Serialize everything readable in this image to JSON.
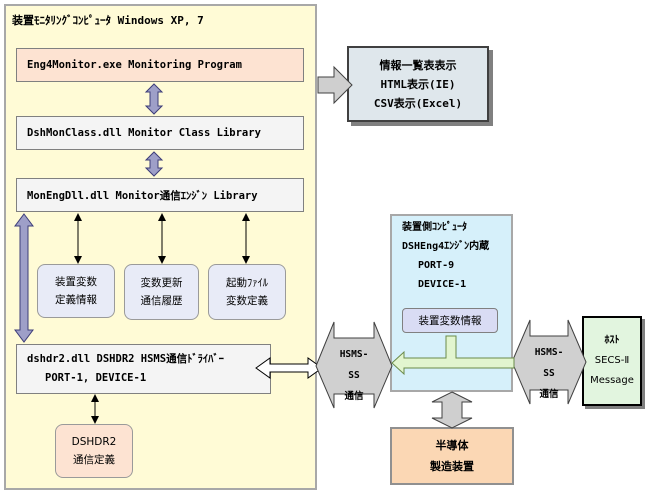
{
  "main_panel": {
    "title": "装置ﾓﾆﾀﾘﾝｸﾞｺﾝﾋﾟｭｰﾀ Windows XP, 7",
    "eng4monitor": "Eng4Monitor.exe Monitoring Program",
    "dshmonclass": "DshMonClass.dll Monitor Class Library",
    "monengdll": "MonEngDll.dll Monitor通信ｴﾝｼﾞﾝ Library",
    "features": [
      {
        "line1": "装置変数",
        "line2": "定義情報"
      },
      {
        "line1": "変数更新",
        "line2": "通信履歴"
      },
      {
        "line1": "起動ﾌｧｲﾙ",
        "line2": "変数定義"
      }
    ],
    "dshdr2": {
      "line1": "dshdr2.dll DSHDR2 HSMS通信ﾄﾞﾗｲﾊﾞｰ",
      "line2": "PORT-1, DEVICE-1"
    },
    "dshdr2_def": {
      "line1": "DSHDR2",
      "line2": "通信定義"
    }
  },
  "info_box": {
    "line1": "情報一覧表表示",
    "line2": "HTML表示(IE)",
    "line3": "CSV表示(Excel)"
  },
  "hsms_left": {
    "line1": "HSMS-SS",
    "line2": "通信"
  },
  "hsms_right": {
    "line1": "HSMS-SS",
    "line2": "通信"
  },
  "equipment_panel": {
    "line1": "装置側ｺﾝﾋﾟｭｰﾀ",
    "line2": "DSHEng4ｴﾝｼﾞﾝ内蔵",
    "line3": "PORT-9",
    "line4": "DEVICE-1",
    "var_info": "装置変数情報"
  },
  "host": {
    "line1": "ﾎｽﾄ",
    "line2": "SECS-Ⅱ",
    "line3": "Message"
  },
  "semiconductor": {
    "line1": "半導体",
    "line2": "製造装置"
  },
  "colors": {
    "arrow_fill": "#9e9fc8",
    "arrow_stroke": "#3c3c78",
    "hsms_fill": "#d0d0d0",
    "gray_arrow": "#cfcfcf"
  }
}
